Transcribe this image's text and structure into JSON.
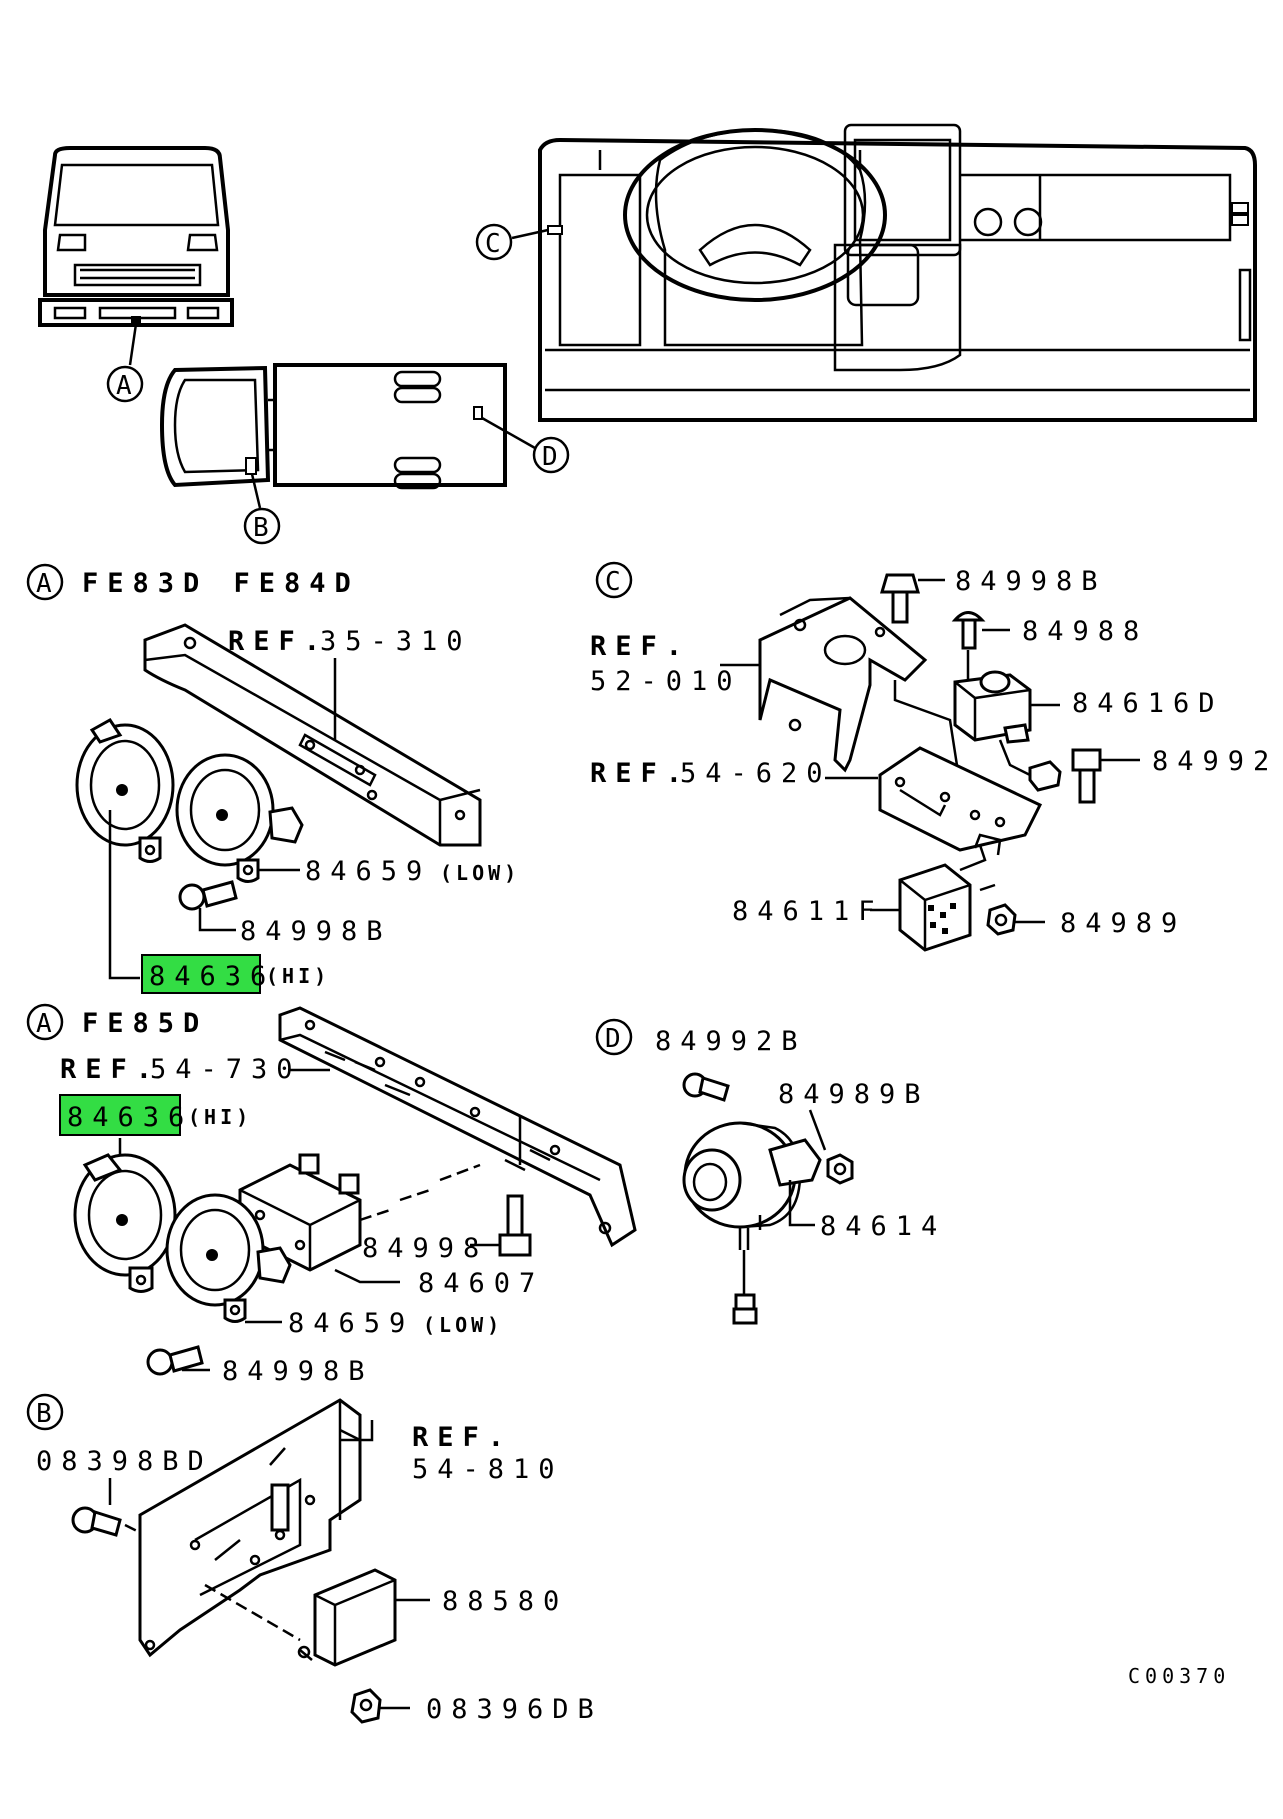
{
  "callouts": {
    "a": "A",
    "b": "B",
    "c": "C",
    "d": "D"
  },
  "section_a1": {
    "marker": "A",
    "models": "FE83D FE84D",
    "ref": "REF.",
    "ref_num": "35-310",
    "part_low": "84659",
    "low_tag": "(LOW)",
    "bolt": "84998B",
    "part_hi": "84636",
    "hi_tag": "(HI)"
  },
  "section_a2": {
    "marker": "A",
    "models": "FE85D",
    "ref": "REF.",
    "ref_num": "54-730",
    "part_hi": "84636",
    "hi_tag": "(HI)",
    "bolt_a": "84998",
    "bracket": "84607",
    "part_low": "84659",
    "low_tag": "(LOW)",
    "bolt_b": "84998B"
  },
  "section_b": {
    "marker": "B",
    "bolt": "08398BD",
    "ref": "REF.",
    "ref_num": "54-810",
    "module": "88580",
    "nut": "08396DB"
  },
  "section_c": {
    "marker": "C",
    "ref1": "REF.",
    "ref1_num": "52-010",
    "ref2": "REF.",
    "ref2_num": "54-620",
    "bolt1": "84998B",
    "screw": "84988",
    "relay1": "84616D",
    "bolt2": "84992",
    "relay2": "84611F",
    "nut": "84989"
  },
  "section_d": {
    "marker": "D",
    "bolt": "84992B",
    "nut": "84989B",
    "buzzer": "84614"
  },
  "figure_code": "C00370",
  "colors": {
    "highlight": "#33dd44",
    "line": "#000000"
  }
}
